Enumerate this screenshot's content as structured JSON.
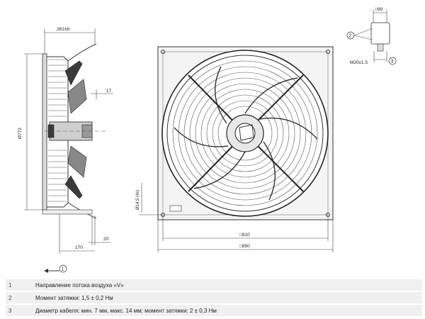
{
  "dimensions": {
    "depth": "261±6",
    "diameter": "Ø772",
    "offset_17": "17",
    "base_20": "20",
    "base_170": "170",
    "hole": "Ø14,5 (4x)",
    "inner_square": "□810",
    "outer_square": "□850",
    "box_width": "□99",
    "cable_thread": "M20x1.5"
  },
  "callouts": {
    "c1": "1",
    "c2": "2",
    "c3": "3"
  },
  "legend": [
    {
      "num": "1",
      "text": "Направление потока воздуха «V»"
    },
    {
      "num": "2",
      "text": "Момент затяжки: 1,5 ± 0,2 Нм"
    },
    {
      "num": "3",
      "text": "Диаметр кабеля: мин. 7 мм, макс. 14 мм; момент затяжки: 2 ± 0,3 Нм"
    }
  ]
}
